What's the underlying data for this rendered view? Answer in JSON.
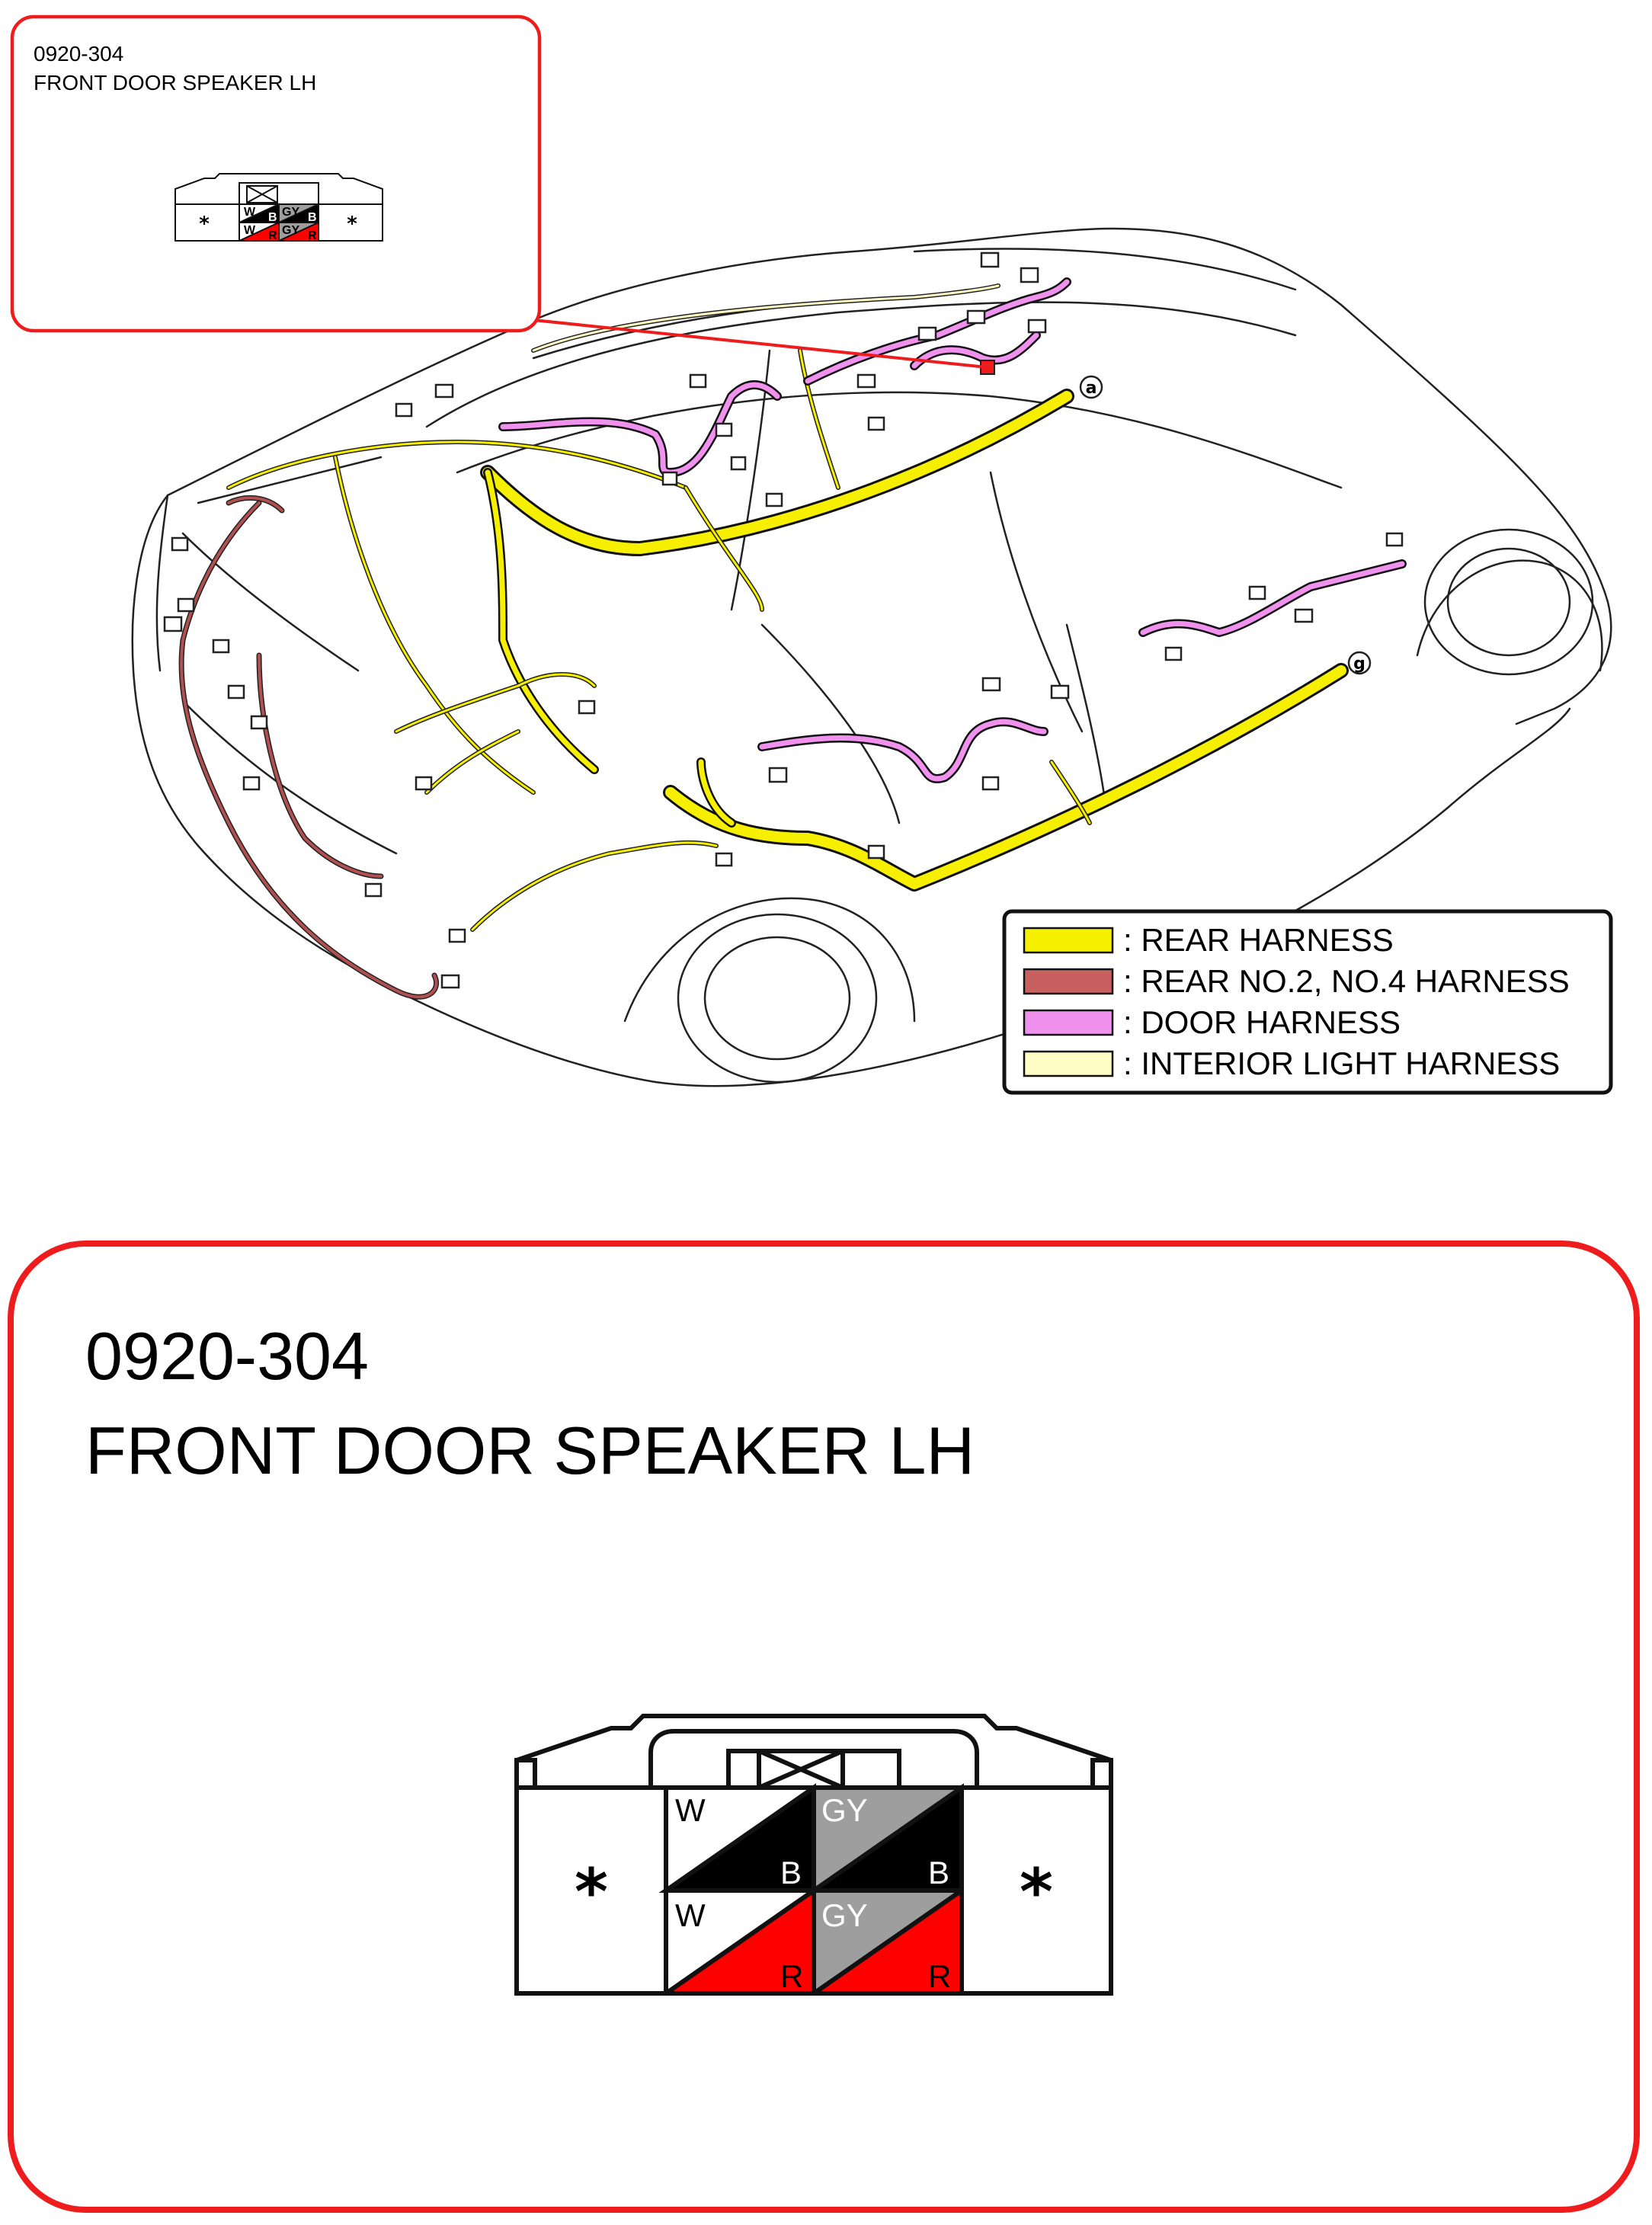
{
  "inset": {
    "code": "0920-304",
    "name": "FRONT DOOR SPEAKER LH"
  },
  "detail": {
    "code": "0920-304",
    "name": "FRONT DOOR SPEAKER LH"
  },
  "connector": {
    "blank_mark": "*",
    "pins": [
      {
        "top_left": "W",
        "bottom_right": "B",
        "fill": "#000000",
        "base": "#ffffff"
      },
      {
        "top_left": "GY",
        "bottom_right": "B",
        "fill": "#000000",
        "base": "#9e9e9e"
      },
      {
        "top_left": "W",
        "bottom_right": "R",
        "fill": "#ff0000",
        "base": "#ffffff"
      },
      {
        "top_left": "GY",
        "bottom_right": "R",
        "fill": "#ff0000",
        "base": "#9e9e9e"
      }
    ]
  },
  "legend": [
    {
      "label": ": REAR HARNESS",
      "color": "#f6f000"
    },
    {
      "label": ": REAR NO.2, NO.4 HARNESS",
      "color": "#c96060"
    },
    {
      "label": ": DOOR HARNESS",
      "color": "#f091ee"
    },
    {
      "label": ": INTERIOR LIGHT HARNESS",
      "color": "#fffbc4"
    }
  ],
  "markers": [
    "a",
    "g"
  ],
  "colors": {
    "accent_red": "#ee1c1c",
    "rear": "#f6f000",
    "rear_no2": "#b05050",
    "door": "#f091ee",
    "interior": "#fffbc4"
  }
}
